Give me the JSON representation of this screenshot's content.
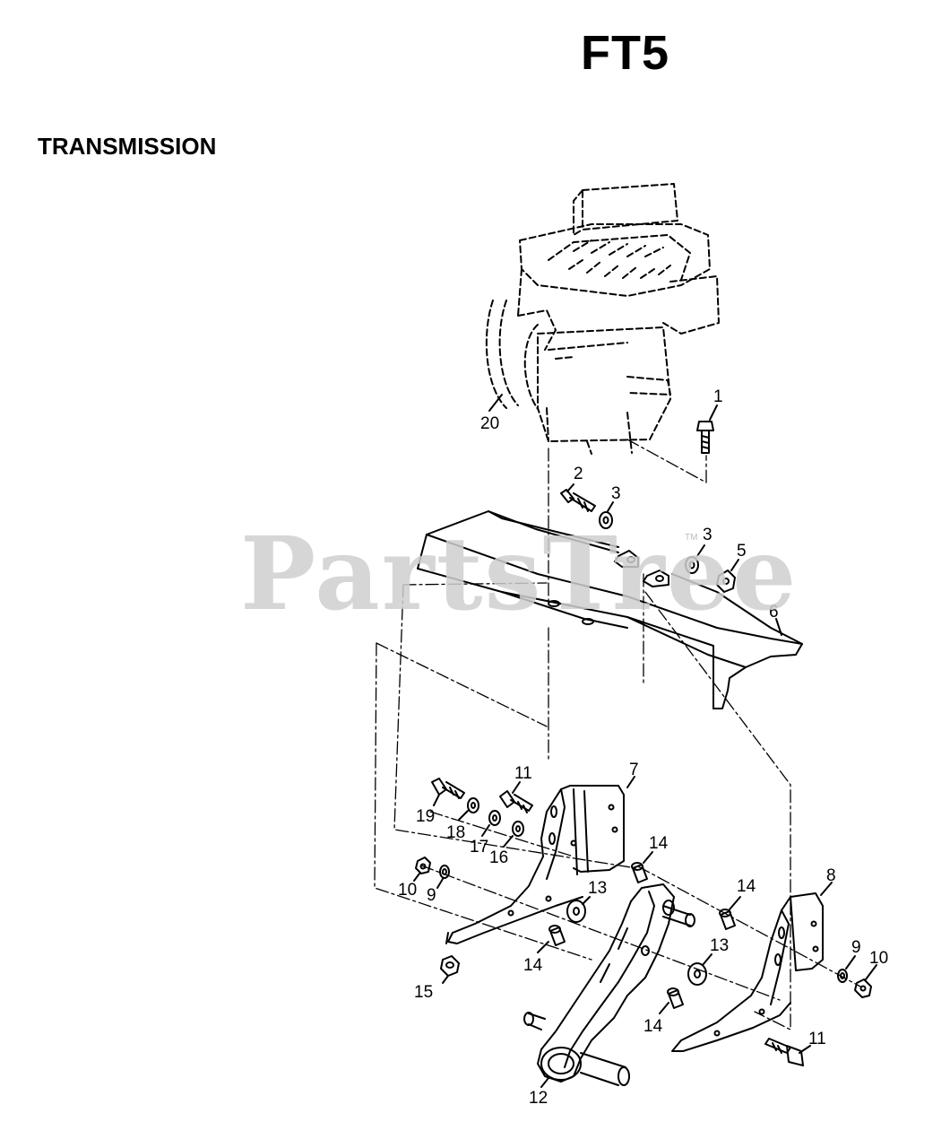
{
  "header": {
    "model_code": "FT5",
    "section_title": "TRANSMISSION"
  },
  "watermark": {
    "text": "PartsTree",
    "tm": "TM"
  },
  "callouts": {
    "c1": "1",
    "c2": "2",
    "c3a": "3",
    "c3b": "3",
    "c5": "5",
    "c6": "6",
    "c7": "7",
    "c8": "8",
    "c9a": "9",
    "c9b": "9",
    "c10a": "10",
    "c10b": "10",
    "c11a": "11",
    "c11b": "11",
    "c12": "12",
    "c13a": "13",
    "c13b": "13",
    "c14a": "14",
    "c14b": "14",
    "c14c": "14",
    "c14d": "14",
    "c15": "15",
    "c16": "16",
    "c17": "17",
    "c18": "18",
    "c19": "19",
    "c20": "20"
  },
  "colors": {
    "ink": "#000000",
    "watermark": "#cfcfcf"
  }
}
